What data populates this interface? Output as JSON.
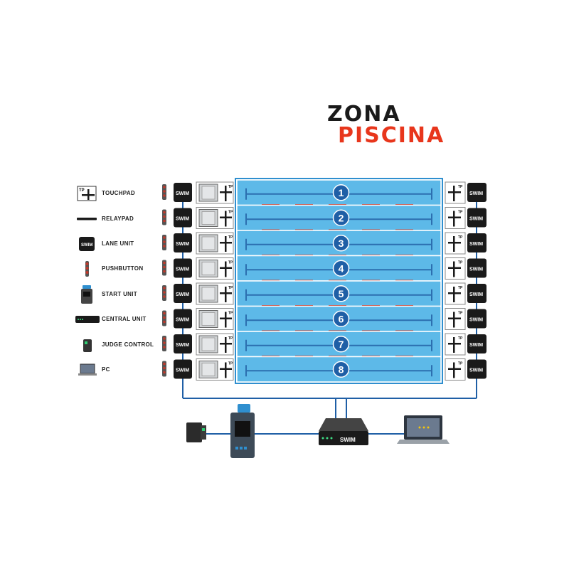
{
  "logo": {
    "line1": "ZONA",
    "line2": "PISCINA"
  },
  "legend": [
    {
      "label": "TOUCHPAD",
      "icon": "touchpad-icon"
    },
    {
      "label": "RELAYPAD",
      "icon": "relaypad-icon"
    },
    {
      "label": "LANE UNIT",
      "icon": "lane-unit-icon"
    },
    {
      "label": "PUSHBUTTON",
      "icon": "pushbutton-icon"
    },
    {
      "label": "START UNIT",
      "icon": "start-unit-icon"
    },
    {
      "label": "CENTRAL UNIT",
      "icon": "central-unit-icon"
    },
    {
      "label": "JUDGE CONTROL",
      "icon": "judge-control-icon"
    },
    {
      "label": "PC",
      "icon": "pc-icon"
    }
  ],
  "touchpad_tag": "TP",
  "lane_unit_brand": "SWIM",
  "central_unit_brand": "SWIM",
  "lanes": [
    "1",
    "2",
    "3",
    "4",
    "5",
    "6",
    "7",
    "8"
  ],
  "colors": {
    "water": "#5db9e8",
    "water_border": "#2f8fcf",
    "lane_badge": "#1f5fa6",
    "relay_red": "#c0392b",
    "device_dark": "#1a1a1a",
    "cable": "#1f5fa6",
    "logo_dark": "#1a1a1a",
    "logo_red": "#e8361c"
  }
}
